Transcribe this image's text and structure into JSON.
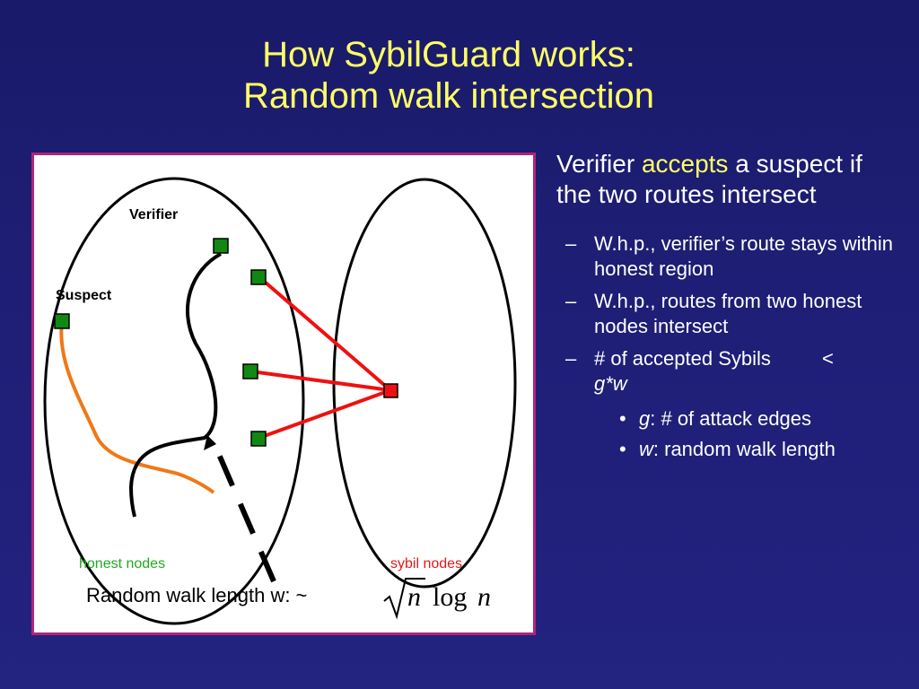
{
  "title": {
    "line1": "How SybilGuard works:",
    "line2": "Random walk intersection"
  },
  "diagram": {
    "verifier_label": "Verifier",
    "suspect_label": "Suspect",
    "honest_caption": "honest nodes",
    "sybil_caption": "sybil nodes",
    "random_walk_text": "Random walk length w: ~",
    "formula_n": "n",
    "formula_log": "log",
    "formula_n2": "n",
    "colors": {
      "honest_node": "#118811",
      "sybil_node": "#ee1111",
      "attack_edge": "#ee1111",
      "suspect_route": "#f07818",
      "verifier_route": "#000000",
      "honest_caption": "#22a822",
      "sybil_caption": "#e01818"
    }
  },
  "side": {
    "lead_part1": "Verifier ",
    "lead_highlight": "accepts",
    "lead_part2": " a suspect if the two routes intersect",
    "bullets": [
      "W.h.p., verifier’s route stays within honest region",
      "W.h.p., routes from two honest nodes intersect",
      "# of accepted Sybils"
    ],
    "bullet3_lt": "<",
    "bullet3_cont": "g*w",
    "dash": "–",
    "dot": "•",
    "sub": [
      {
        "var": "g",
        "text": ": # of attack edges"
      },
      {
        "var": "w",
        "text": ": random walk length"
      }
    ]
  }
}
